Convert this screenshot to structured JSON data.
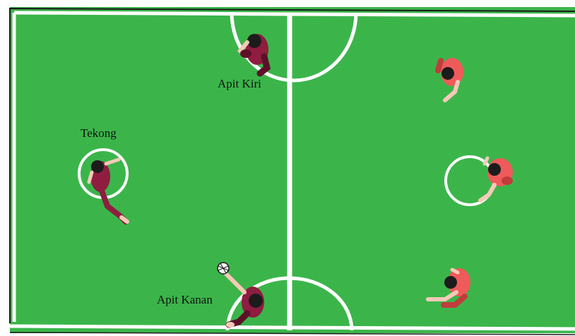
{
  "court": {
    "surface_color": "#3bb54a",
    "line_color": "#ffffff",
    "border_color": "#1a1a1a"
  },
  "labels": {
    "tekong": "Tekong",
    "apit_kiri": "Apit Kiri",
    "apit_kanan": "Apit Kanan"
  },
  "teams": {
    "left_jersey": "#8e1d40",
    "left_jersey_dark": "#5e1029",
    "right_jersey": "#ef5a5a",
    "right_jersey_dark": "#c13c3c",
    "skin": "#f6c9b8",
    "hair": "#1c1c1c"
  },
  "ball": {
    "icon": "sepak-takraw-ball-icon"
  }
}
